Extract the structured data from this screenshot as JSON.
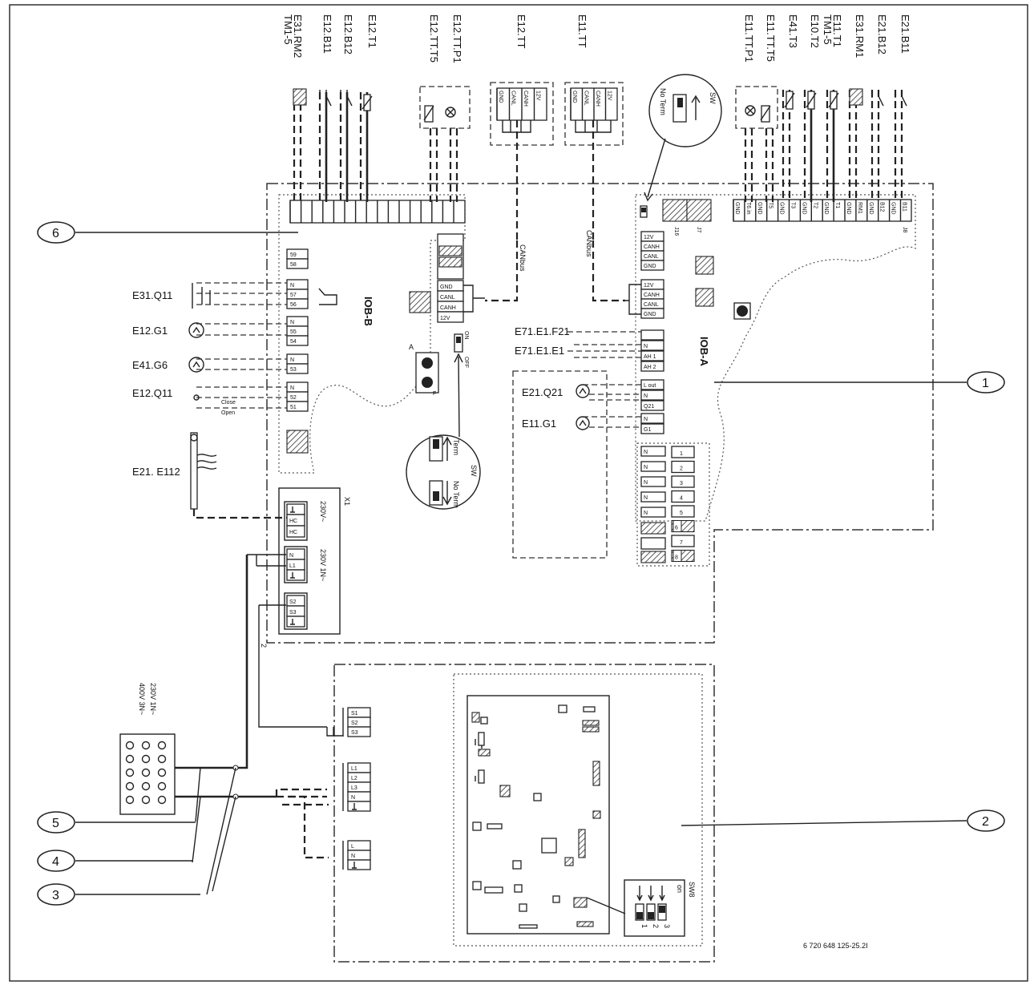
{
  "figure_id": "6 720 648 125-25.2I",
  "callouts": [
    "1",
    "2",
    "3",
    "4",
    "5",
    "6"
  ],
  "boards": {
    "iob_b": "IOB-B",
    "iob_a": "IOB-A",
    "x1": "X1",
    "sw8": "SW8",
    "sw8_on": "on",
    "sw8_switches": [
      "1",
      "2",
      "3"
    ]
  },
  "top_labels": [
    {
      "text": "E31.RM2",
      "sub": "TM1-5"
    },
    {
      "text": "E12.B11",
      "sub": ""
    },
    {
      "text": "E12.B12",
      "sub": ""
    },
    {
      "text": "E12.T1",
      "sub": ""
    },
    {
      "text": "E12.TT.T5",
      "sub": ""
    },
    {
      "text": "E12.TT.P1",
      "sub": ""
    },
    {
      "text": "E12.TT",
      "sub": ""
    },
    {
      "text": "E11.TT",
      "sub": ""
    },
    {
      "text": "E11.TT.P1",
      "sub": ""
    },
    {
      "text": "E11.TT.T5",
      "sub": ""
    },
    {
      "text": "E41.T3",
      "sub": ""
    },
    {
      "text": "E10.T2",
      "sub": ""
    },
    {
      "text": "E11.T1",
      "sub": "TM1-5"
    },
    {
      "text": "E31.RM1",
      "sub": ""
    },
    {
      "text": "E21.B12",
      "sub": ""
    },
    {
      "text": "E21.B11",
      "sub": ""
    }
  ],
  "left_labels": [
    "E31.Q11",
    "E12.G1",
    "E41.G6",
    "E12.Q11",
    "E21. E112"
  ],
  "valve_labels": {
    "close": "Close",
    "open": "Open"
  },
  "mid_labels": [
    "E71.E1.F21",
    "E71.E1.E1",
    "E21.Q21",
    "E11.G1"
  ],
  "canbus": "CANbus",
  "sw_bubbles": {
    "top": {
      "title": "SW",
      "text": "No Term"
    },
    "bottom": {
      "title": "SW",
      "term": "Term",
      "noterm": "No Term"
    }
  },
  "power": {
    "line1": "230V 1N~",
    "line2": "400V 3N~"
  },
  "x1_voltages": {
    "a": "230V~",
    "b": "230V 1N~"
  },
  "can_pins": [
    "12V",
    "CANH",
    "CANL",
    "GND"
  ],
  "iob_b_terms": {
    "j4": [
      "59",
      "58"
    ],
    "j5": [
      "N",
      "57",
      "56"
    ],
    "j6": [
      "N",
      "55",
      "54"
    ],
    "j7": [
      "N",
      "53"
    ],
    "j8": [
      "N",
      "52",
      "51"
    ]
  },
  "iob_a_terms": {
    "j4": [
      "N",
      "AH 1",
      "AH 2"
    ],
    "j3": [
      "L out",
      "N",
      "Q21"
    ],
    "j2": [
      "N",
      "G1"
    ],
    "j1_left": [
      "N",
      "N",
      "N",
      "N",
      "N"
    ],
    "j1_right": [
      "1",
      "2",
      "3",
      "4",
      "5",
      "6",
      "7",
      "8"
    ]
  },
  "iob_a_top_pins": [
    "GND",
    "T6.in",
    "GND",
    "T5",
    "GND",
    "T3",
    "GND",
    "T2",
    "GND",
    "T1",
    "GND",
    "RM1",
    "GND",
    "B12",
    "GND",
    "B11"
  ],
  "x1_terms": {
    "hc": [
      "HC",
      "HC"
    ],
    "power": [
      "N",
      "L1"
    ],
    "sig": [
      "S2",
      "S3"
    ]
  },
  "lower_terms": {
    "s": [
      "S1",
      "S2",
      "S3"
    ],
    "l": [
      "L1",
      "L2",
      "L3",
      "N"
    ],
    "single": [
      "L",
      "N"
    ]
  },
  "colors": {
    "line": "#222222",
    "background": "#ffffff"
  }
}
